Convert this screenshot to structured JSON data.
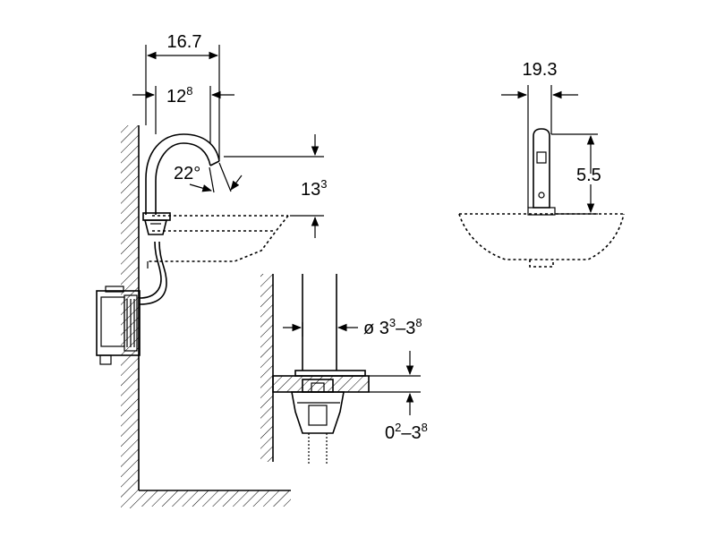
{
  "dimensions": {
    "spout_reach": "16.7",
    "inner_reach_base": "12",
    "inner_reach_sup": "8",
    "spout_angle": "22°",
    "spout_height_base": "13",
    "spout_height_sup": "3",
    "side_width": "19.3",
    "side_height": "5.5",
    "hole_dia_prefix": "ø ",
    "hole_dia_min_base": "3",
    "hole_dia_min_sup": "3",
    "hole_dia_dash": "–",
    "hole_dia_max_base": "3",
    "hole_dia_max_sup": "8",
    "deck_min_base": "0",
    "deck_min_sup": "2",
    "deck_dash": "–",
    "deck_max_base": "3",
    "deck_max_sup": "8"
  }
}
